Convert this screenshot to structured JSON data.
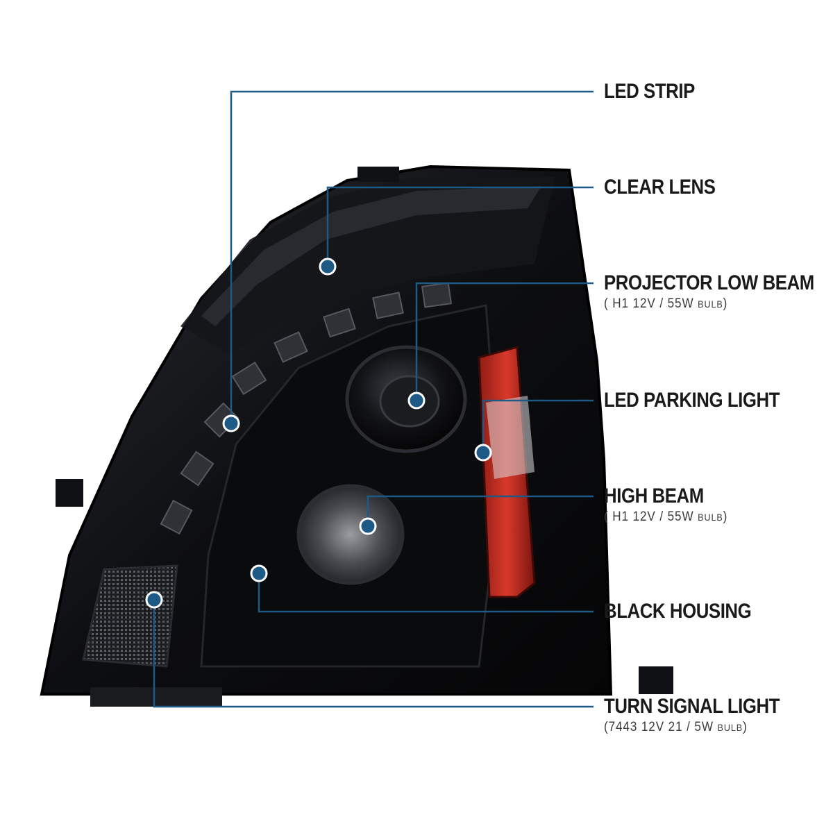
{
  "colors": {
    "leader": "#1d5a86",
    "dot": "#1d5a86",
    "dot_ring": "#ffffff",
    "housing": "#0a0a0c",
    "reflector": "#c0392b"
  },
  "callouts": [
    {
      "id": "led-strip",
      "title": "LED STRIP"
    },
    {
      "id": "clear-lens",
      "title": "CLEAR LENS"
    },
    {
      "id": "projector-low-beam",
      "title": "PROJECTOR LOW BEAM",
      "spec_paren_open": "(",
      "spec": "H1  12V / 55W",
      "spec_unit": "BULB",
      "spec_paren_close": ")"
    },
    {
      "id": "led-parking-light",
      "title": "LED PARKING LIGHT"
    },
    {
      "id": "high-beam",
      "title": "HIGH BEAM",
      "spec_paren_open": "(",
      "spec": "H1  12V / 55W",
      "spec_unit": "BULB",
      "spec_paren_close": ")"
    },
    {
      "id": "black-housing",
      "title": "BLACK HOUSING"
    },
    {
      "id": "turn-signal-light",
      "title": "TURN SIGNAL LIGHT",
      "spec_paren_open": "(",
      "spec": "7443  12V  21 / 5W",
      "spec_unit": "BULB",
      "spec_paren_close": ")"
    }
  ]
}
